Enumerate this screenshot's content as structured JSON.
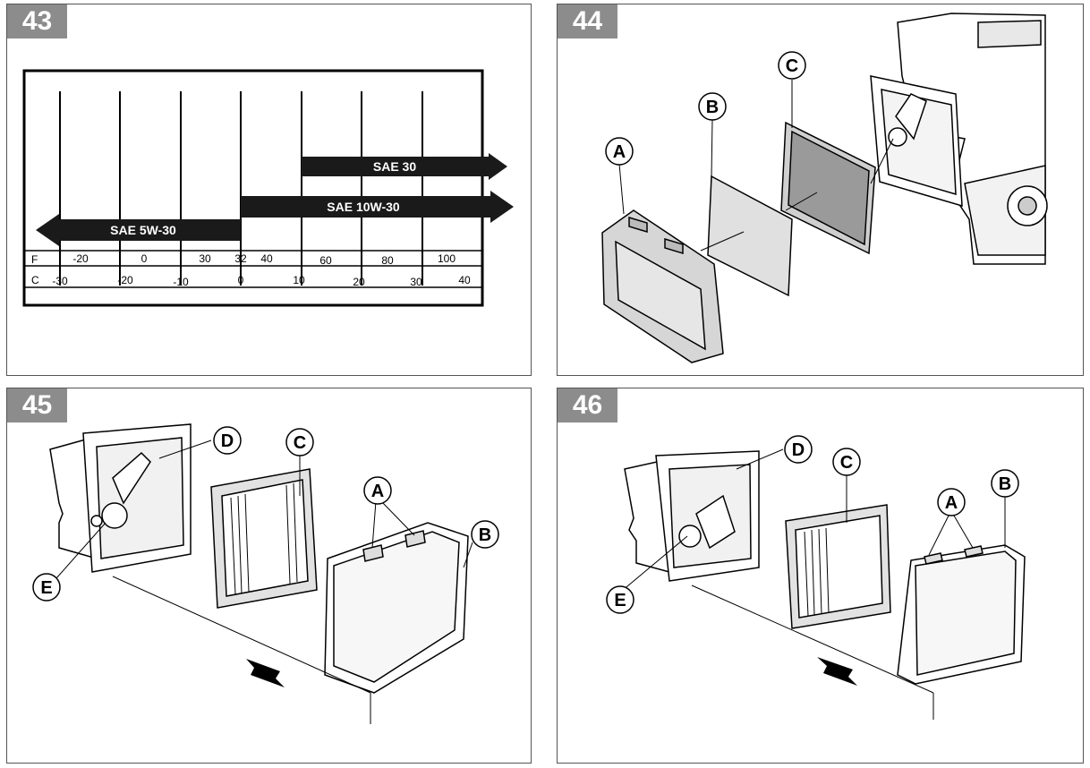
{
  "panels": [
    {
      "number": "43"
    },
    {
      "number": "44"
    },
    {
      "number": "45"
    },
    {
      "number": "46"
    }
  ],
  "oil_chart": {
    "f_label": "F",
    "c_label": "C",
    "f_ticks": [
      "-20",
      "0",
      "30",
      "32",
      "40",
      "60",
      "80",
      "100"
    ],
    "c_ticks": [
      "-30",
      "-20",
      "-10",
      "0",
      "10",
      "20",
      "30",
      "40"
    ],
    "bars": [
      {
        "label": "SAE 30"
      },
      {
        "label": "SAE 10W-30"
      },
      {
        "label": "SAE 5W-30"
      }
    ]
  },
  "callouts": {
    "p44": [
      "A",
      "B",
      "C"
    ],
    "p45": [
      "D",
      "C",
      "A",
      "B",
      "E"
    ],
    "p46": [
      "D",
      "C",
      "A",
      "B",
      "E"
    ]
  },
  "colors": {
    "badge": "#8c8c8c",
    "bar": "#1a1a1a",
    "part_fill": "#d9d9d9",
    "line": "#000000"
  }
}
